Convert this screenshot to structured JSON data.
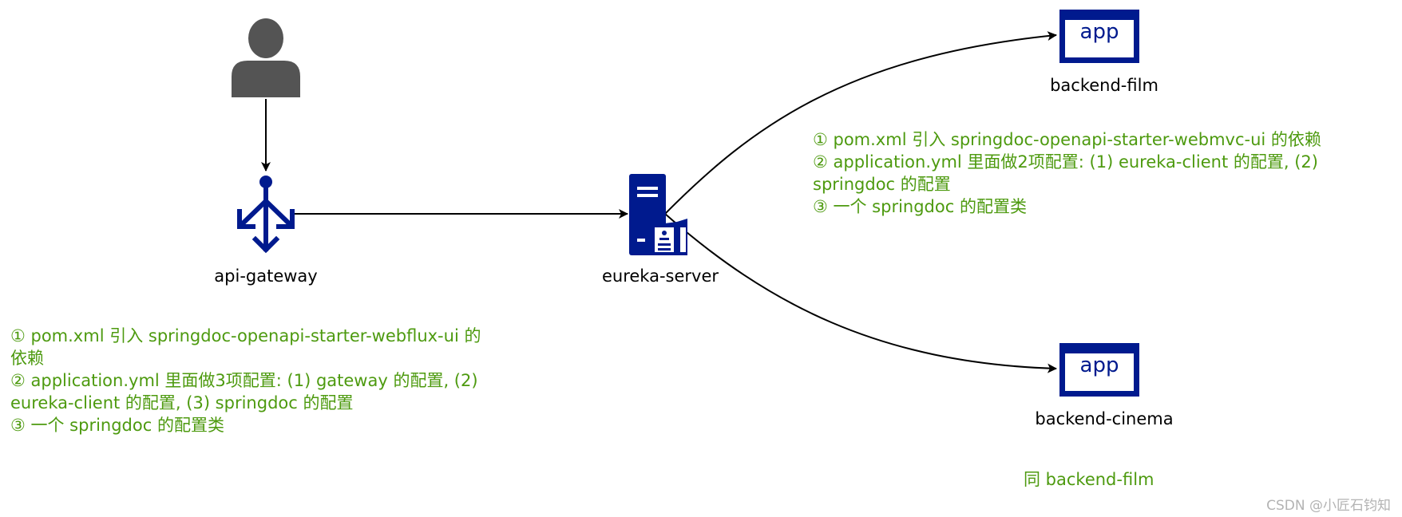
{
  "colors": {
    "user": "#545454",
    "navy": "#001a8e",
    "note_green": "#4d9a0f",
    "line": "#000000"
  },
  "nodes": {
    "user": {
      "icon": "user-icon"
    },
    "gateway": {
      "label": "api-gateway",
      "icon": "gateway-icon"
    },
    "eureka": {
      "label": "eureka-server",
      "icon": "server-directory-icon"
    },
    "film": {
      "label": "backend-film",
      "icon_text": "app"
    },
    "cinema": {
      "label": "backend-cinema",
      "icon_text": "app"
    }
  },
  "notes": {
    "gateway": [
      "① pom.xml 引入 springdoc-openapi-starter-webflux-ui 的",
      "依赖",
      "② application.yml 里面做3项配置: (1) gateway 的配置, (2)",
      "eureka-client 的配置, (3) springdoc 的配置",
      "③ 一个 springdoc 的配置类"
    ],
    "film": [
      "① pom.xml 引入 springdoc-openapi-starter-webmvc-ui 的依赖",
      "② application.yml 里面做2项配置: (1) eureka-client 的配置, (2)",
      "springdoc 的配置",
      "③ 一个 springdoc 的配置类"
    ],
    "cinema": "同 backend-film"
  },
  "watermark": "CSDN @小匠石钧知"
}
